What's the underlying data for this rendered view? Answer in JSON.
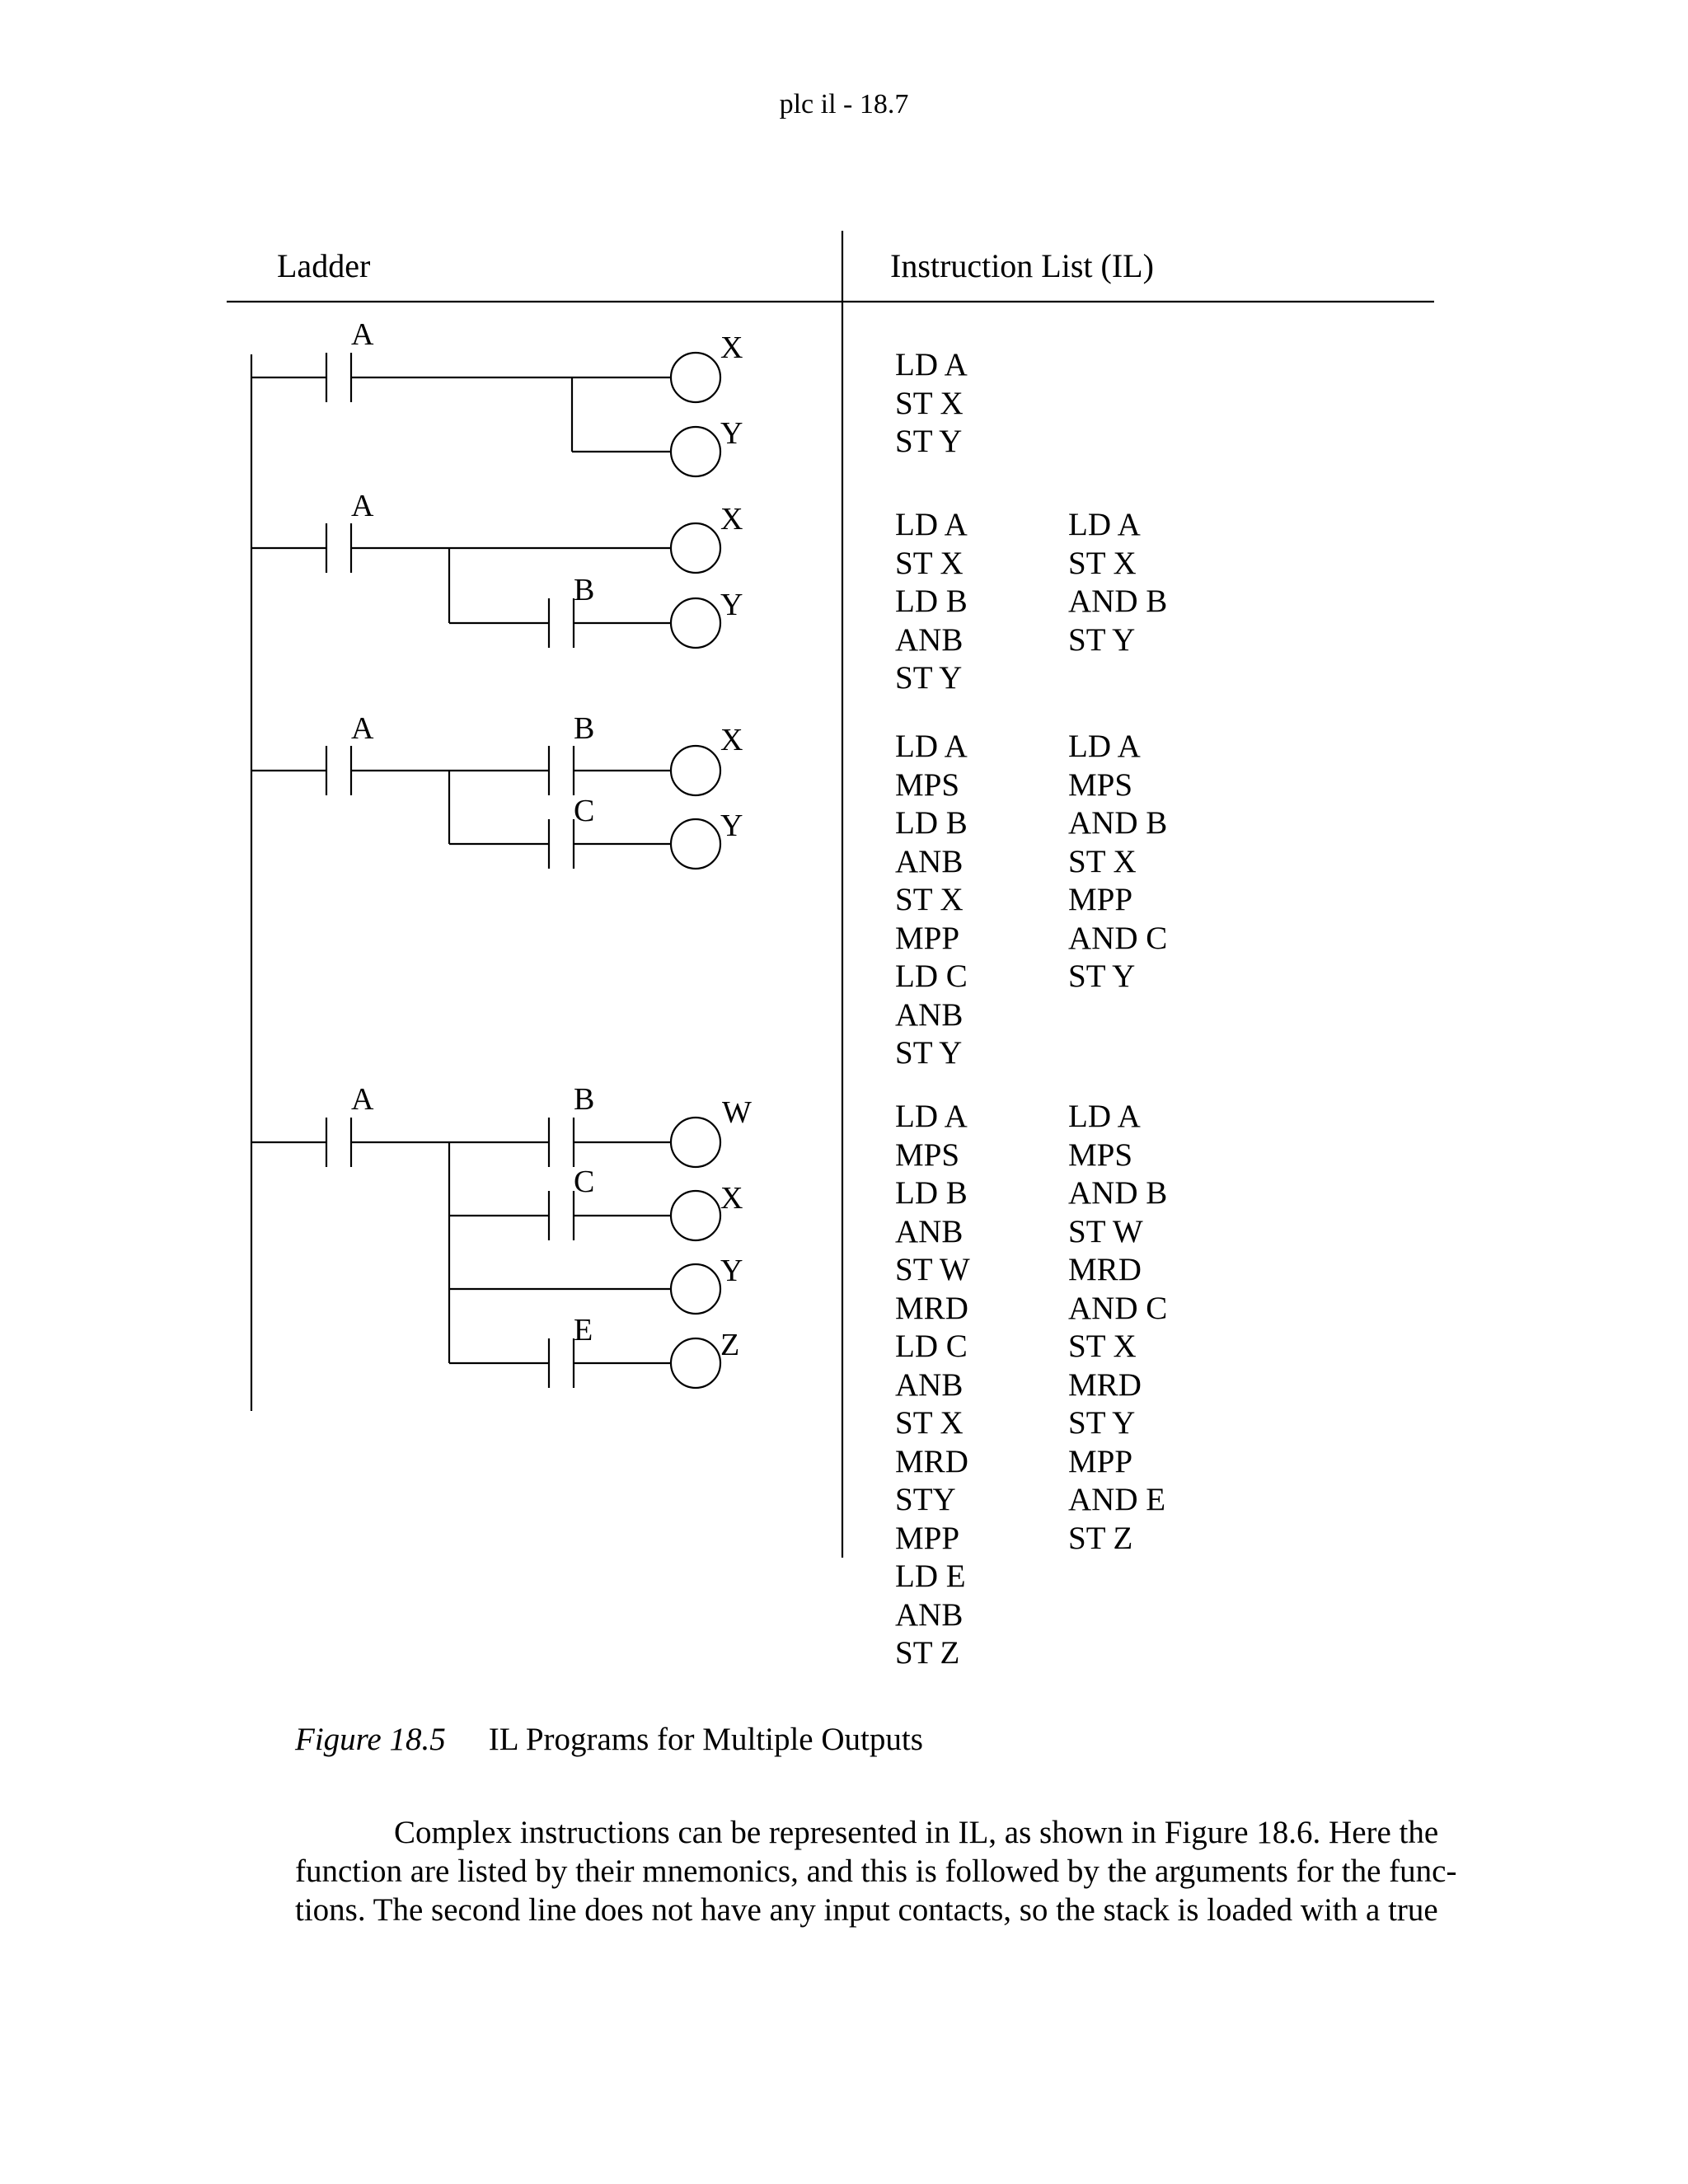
{
  "page_header": "plc il - 18.7",
  "ladder_heading": "Ladder",
  "il_heading": "Instruction List (IL)",
  "rung_labels": {
    "r1": {
      "contact_a": "A",
      "coil_1": "X",
      "coil_2": "Y"
    },
    "r2": {
      "contact_a": "A",
      "contact_b": "B",
      "coil_1": "X",
      "coil_2": "Y"
    },
    "r3": {
      "contact_a": "A",
      "contact_b": "B",
      "contact_c": "C",
      "coil_1": "X",
      "coil_2": "Y"
    },
    "r4": {
      "contact_a": "A",
      "contact_b": "B",
      "contact_c": "C",
      "contact_e": "E",
      "coil_1": "W",
      "coil_2": "X",
      "coil_3": "Y",
      "coil_4": "Z"
    }
  },
  "il_programs": {
    "p1": {
      "a": [
        "LD A",
        "ST X",
        "ST Y"
      ]
    },
    "p2": {
      "a": [
        "LD A",
        "ST X",
        "LD B",
        "ANB",
        "ST Y"
      ],
      "b": [
        "LD A",
        "ST X",
        "AND B",
        "ST Y"
      ]
    },
    "p3": {
      "a": [
        "LD A",
        "MPS",
        "LD B",
        "ANB",
        "ST X",
        "MPP",
        "LD C",
        "ANB",
        "ST Y"
      ],
      "b": [
        "LD A",
        "MPS",
        "AND B",
        "ST X",
        "MPP",
        "AND C",
        "ST Y"
      ]
    },
    "p4": {
      "a": [
        "LD A",
        "MPS",
        "LD B",
        "ANB",
        "ST W",
        "MRD",
        "LD C",
        "ANB",
        "ST X",
        "MRD",
        "STY",
        "MPP",
        "LD E",
        "ANB",
        "ST Z"
      ],
      "b": [
        "LD A",
        "MPS",
        "AND B",
        "ST W",
        "MRD",
        "AND C",
        "ST X",
        "MRD",
        "ST Y",
        "MPP",
        "AND E",
        "ST Z"
      ]
    }
  },
  "caption": {
    "figure": "Figure 18.5",
    "title": "IL Programs for Multiple Outputs"
  },
  "paragraph": {
    "line1": "Complex instructions can be represented in IL, as shown in Figure 18.6. Here the",
    "line2": "function are listed by their mnemonics, and this is followed by the arguments for the func-",
    "line3": "tions. The second line does not have any input contacts, so the stack is loaded with a true"
  }
}
